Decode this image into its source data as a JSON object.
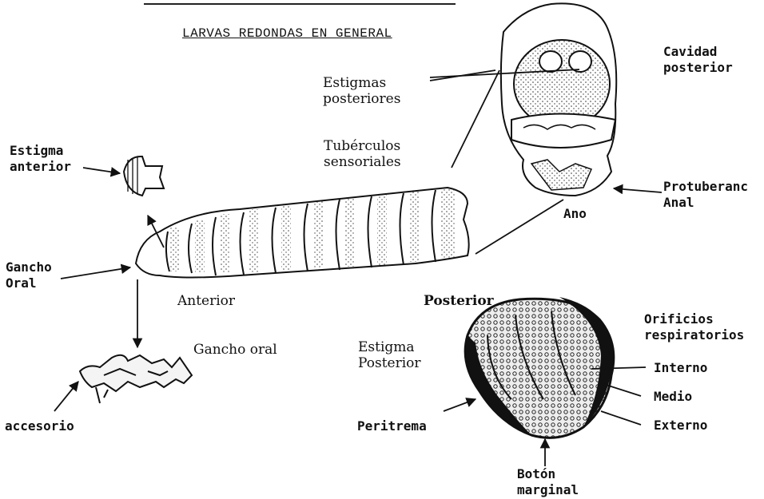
{
  "title": "LARVAS REDONDAS EN GENERAL",
  "labels": {
    "estigma_anterior": [
      "Estigma",
      "anterior"
    ],
    "gancho_oral_left": [
      "Gancho",
      "Oral"
    ],
    "anterior": "Anterior",
    "gancho_oral": "Gancho oral",
    "accesorio": "accesorio",
    "estigmas_posteriores": [
      "Estigmas",
      "posteriores"
    ],
    "tuberculos_sensoriales": [
      "Tubérculos",
      "sensoriales"
    ],
    "cavidad_posterior": [
      "Cavidad",
      "posterior"
    ],
    "protuberancia_anal": [
      "Protuberanc",
      "Anal"
    ],
    "ano": "Ano",
    "posterior": "Posterior",
    "estigma_posterior": [
      "Estigma",
      "Posterior"
    ],
    "orificios_respiratorios": [
      "Orificios",
      "respiratorios"
    ],
    "interno": "Interno",
    "medio": "Medio",
    "externo": "Externo",
    "peritrema": "Peritrema",
    "boton_marginal": [
      "Botón",
      "marginal"
    ]
  }
}
